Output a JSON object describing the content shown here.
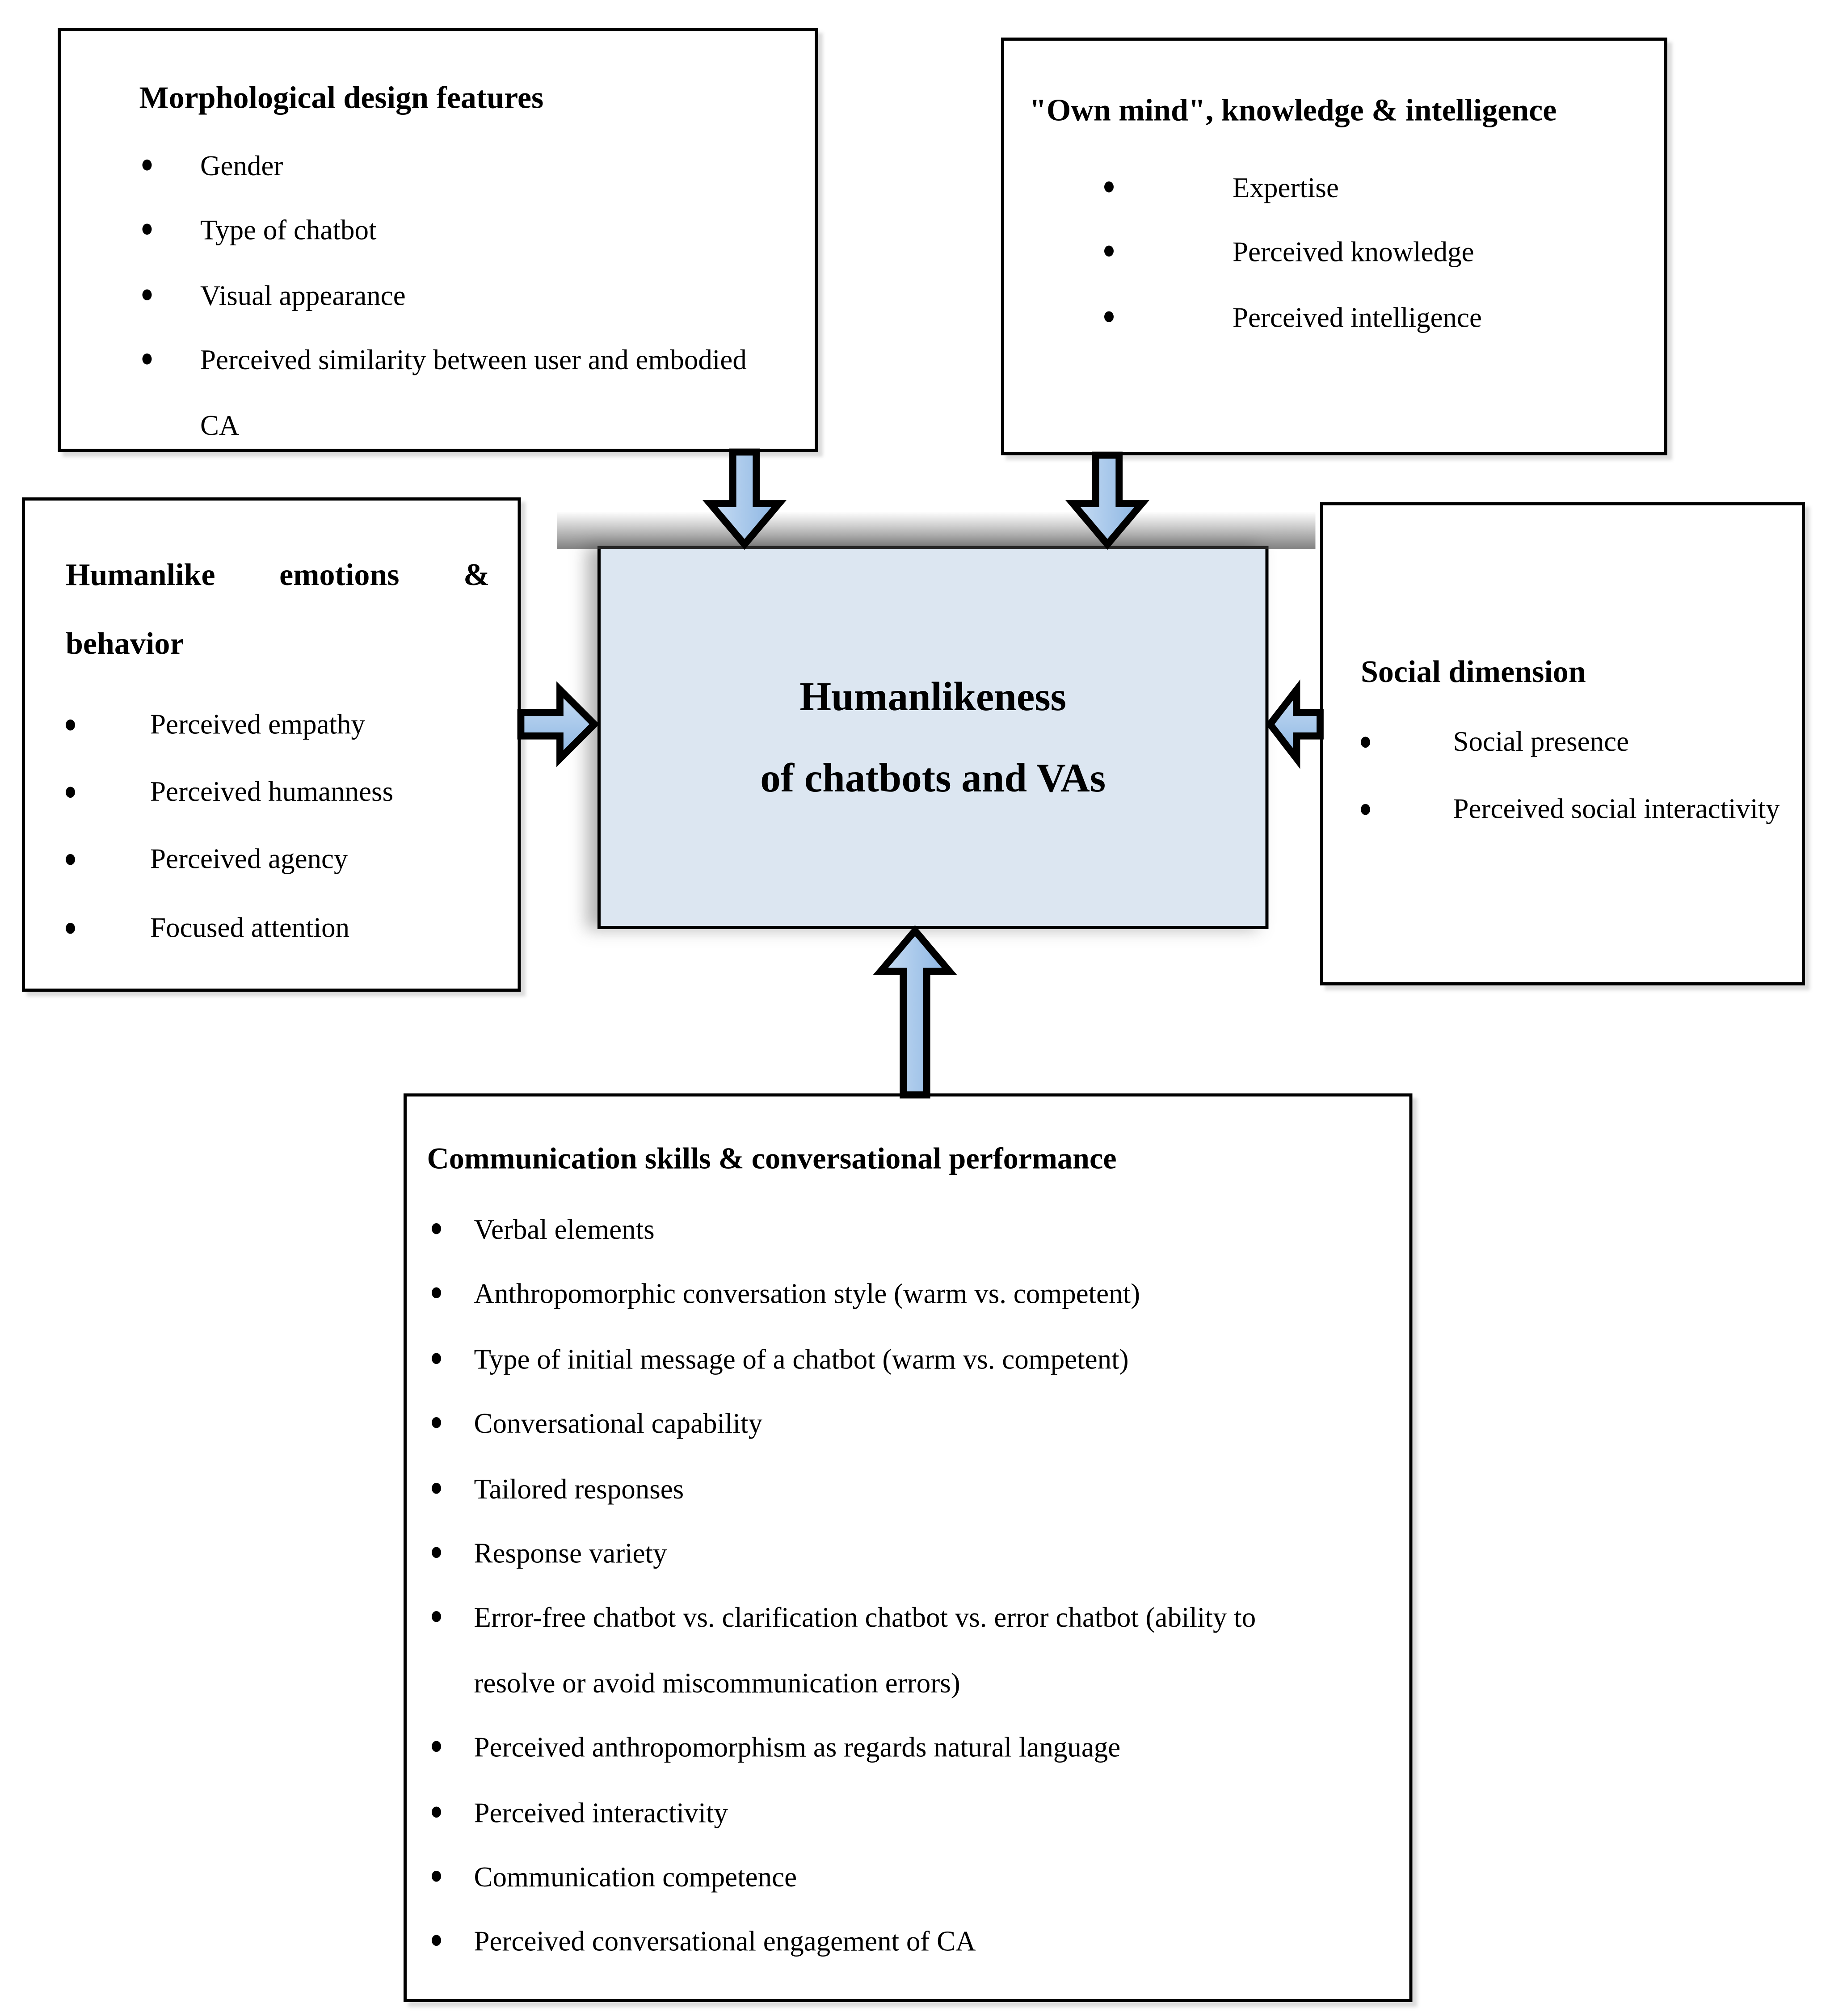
{
  "diagram": {
    "center": {
      "line1": "Humanlikeness",
      "line2": "of chatbots and VAs"
    },
    "boxes": {
      "morphological": {
        "title": "Morphological design features",
        "items": [
          "Gender",
          "Type of chatbot",
          "Visual appearance",
          "Perceived similarity between user and embodied CA"
        ]
      },
      "own_mind": {
        "title": "\"Own mind\", knowledge & intelligence",
        "items": [
          "Expertise",
          "Perceived knowledge",
          "Perceived intelligence"
        ]
      },
      "emotions": {
        "title": "Humanlike emotions & behavior",
        "items": [
          "Perceived empathy",
          "Perceived humanness",
          "Perceived agency",
          "Focused attention"
        ]
      },
      "social": {
        "title": "Social dimension",
        "items": [
          "Social presence",
          "Perceived social interactivity"
        ]
      },
      "communication": {
        "title": "Communication skills & conversational performance",
        "items": [
          "Verbal elements",
          "Anthropomorphic conversation style (warm vs. competent)",
          "Type of initial message of a chatbot (warm vs. competent)",
          "Conversational capability",
          "Tailored responses",
          "Response variety",
          "Error-free chatbot vs. clarification chatbot vs. error chatbot (ability to resolve or avoid miscommunication errors)",
          "Perceived anthropomorphism as regards natural language",
          "Perceived interactivity",
          "Communication competence",
          "Perceived conversational engagement of CA"
        ]
      }
    },
    "colors": {
      "center_fill": "#dce6f1",
      "arrow_fill_light": "#c9def4",
      "arrow_fill_dark": "#8ab4e2",
      "border": "#000000"
    }
  }
}
